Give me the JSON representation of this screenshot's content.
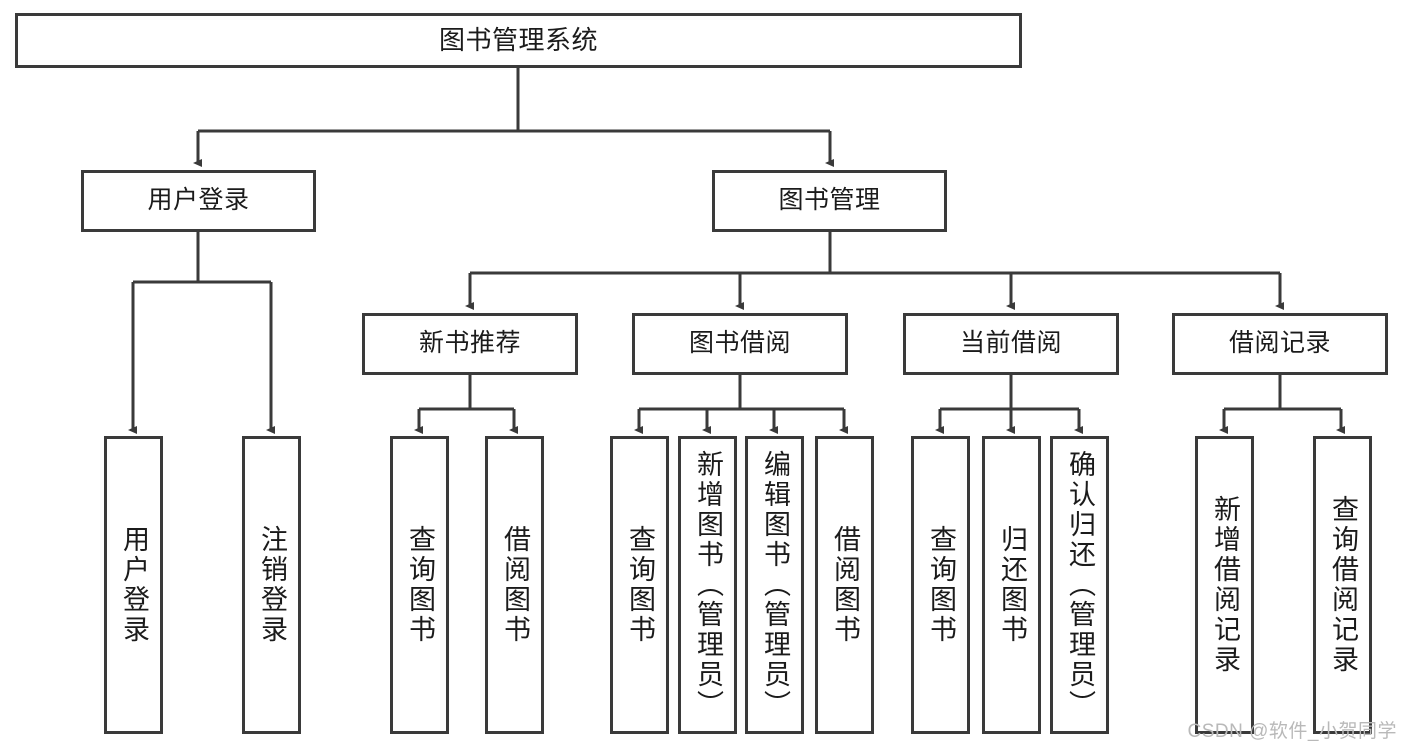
{
  "diagram": {
    "type": "tree-hierarchy-chart",
    "title": "图书管理系统",
    "stroke_color": "#3a3a3a",
    "background_color": "#ffffff",
    "text_color": "#1b1b1b"
  },
  "root": {
    "label": "图书管理系统"
  },
  "level2": [
    {
      "label": "用户登录"
    },
    {
      "label": "图书管理"
    }
  ],
  "level3": [
    {
      "label": "新书推荐"
    },
    {
      "label": "图书借阅"
    },
    {
      "label": "当前借阅"
    },
    {
      "label": "借阅记录"
    }
  ],
  "leaves": {
    "user_login": [
      {
        "label": "用户登录"
      },
      {
        "label": "注销登录"
      }
    ],
    "new_book_recommend": [
      {
        "label": "查询图书"
      },
      {
        "label": "借阅图书"
      }
    ],
    "book_borrow": [
      {
        "label": "查询图书"
      },
      {
        "label": "新增图书（管理员）"
      },
      {
        "label": "编辑图书（管理员）"
      },
      {
        "label": "借阅图书"
      }
    ],
    "current_borrow": [
      {
        "label": "查询图书"
      },
      {
        "label": "归还图书"
      },
      {
        "label": "确认归还（管理员）"
      }
    ],
    "borrow_records": [
      {
        "label": "新增借阅记录"
      },
      {
        "label": "查询借阅记录"
      }
    ]
  },
  "watermark": {
    "text": "CSDN @软件_小贺同学"
  }
}
